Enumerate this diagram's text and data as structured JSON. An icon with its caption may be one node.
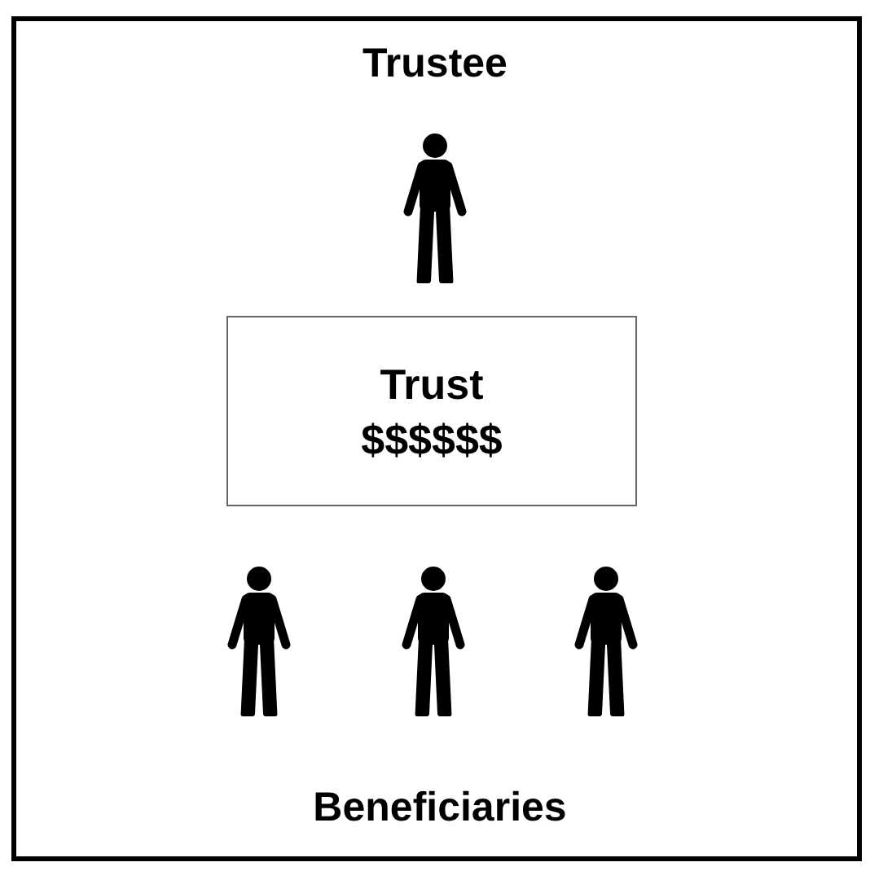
{
  "diagram": {
    "nodes": [
      {
        "text": [
          "Trust",
          "$$$$$$"
        ]
      }
    ],
    "labels": [
      "Trustee",
      "Beneficiaries"
    ]
  }
}
